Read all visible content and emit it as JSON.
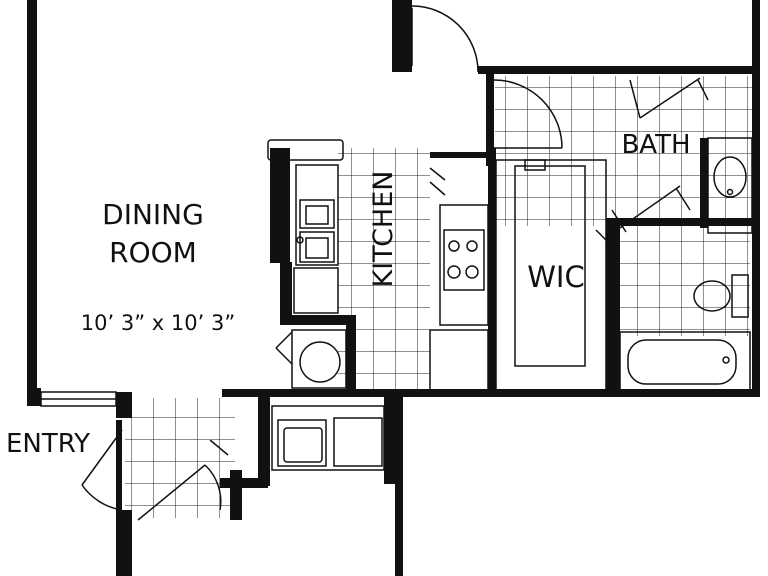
{
  "rooms": {
    "dining": {
      "line1": "DINING",
      "line2": "ROOM",
      "dimensions": "10’ 3” x 10’ 3”"
    },
    "kitchen": {
      "label": "KITCHEN"
    },
    "bath": {
      "label": "BATH"
    },
    "wic": {
      "label": "WIC"
    },
    "entry": {
      "label": "ENTRY"
    }
  },
  "colors": {
    "wall": "#111111",
    "background": "#ffffff"
  }
}
